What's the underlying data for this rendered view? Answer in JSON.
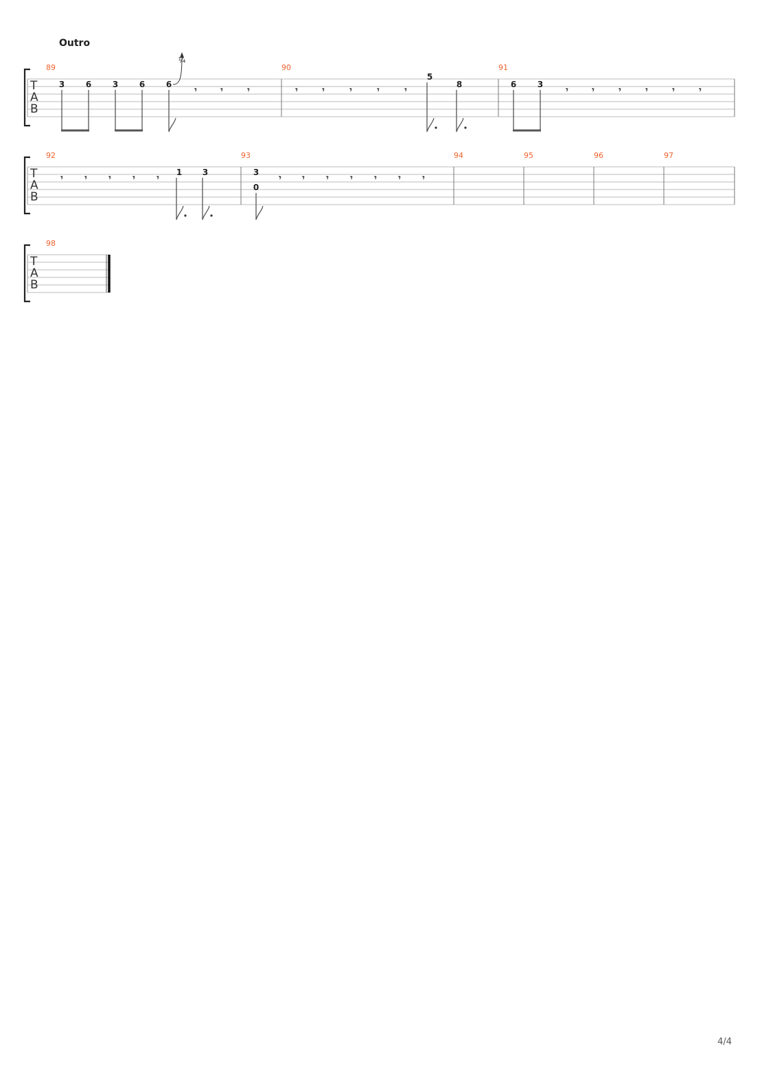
{
  "section": "Outro",
  "page_number": "4/4",
  "systems": [
    {
      "measures": [
        {
          "number": "89",
          "events": [
            {
              "type": "note",
              "string": 1,
              "fret": "3"
            },
            {
              "type": "note",
              "string": 1,
              "fret": "6"
            },
            {
              "type": "note",
              "string": 1,
              "fret": "3"
            },
            {
              "type": "note",
              "string": 1,
              "fret": "6"
            },
            {
              "type": "note",
              "string": 1,
              "fret": "6",
              "bend": "¼"
            },
            {
              "type": "rest"
            },
            {
              "type": "rest"
            },
            {
              "type": "rest"
            }
          ]
        },
        {
          "number": "90",
          "events": [
            {
              "type": "rest"
            },
            {
              "type": "rest"
            },
            {
              "type": "rest"
            },
            {
              "type": "rest"
            },
            {
              "type": "rest"
            },
            {
              "type": "note",
              "string": 0,
              "fret": "5",
              "dotted": true
            },
            {
              "type": "note",
              "string": 1,
              "fret": "8",
              "dotted": true
            }
          ]
        },
        {
          "number": "91",
          "events": [
            {
              "type": "note",
              "string": 1,
              "fret": "6"
            },
            {
              "type": "note",
              "string": 1,
              "fret": "3"
            },
            {
              "type": "rest"
            },
            {
              "type": "rest"
            },
            {
              "type": "rest"
            },
            {
              "type": "rest"
            },
            {
              "type": "rest"
            },
            {
              "type": "rest"
            }
          ]
        }
      ]
    },
    {
      "measures": [
        {
          "number": "92",
          "events": [
            {
              "type": "rest"
            },
            {
              "type": "rest"
            },
            {
              "type": "rest"
            },
            {
              "type": "rest"
            },
            {
              "type": "rest"
            },
            {
              "type": "note",
              "string": 1,
              "fret": "1",
              "dotted": true
            },
            {
              "type": "note",
              "string": 1,
              "fret": "3",
              "dotted": true
            }
          ]
        },
        {
          "number": "93",
          "events": [
            {
              "type": "chord",
              "notes": [
                {
                  "string": 1,
                  "fret": "3"
                },
                {
                  "string": 3,
                  "fret": "0"
                }
              ]
            },
            {
              "type": "rest"
            },
            {
              "type": "rest"
            },
            {
              "type": "rest"
            },
            {
              "type": "rest"
            },
            {
              "type": "rest"
            },
            {
              "type": "rest"
            },
            {
              "type": "rest"
            }
          ]
        },
        {
          "number": "94",
          "events": []
        },
        {
          "number": "95",
          "events": []
        },
        {
          "number": "96",
          "events": []
        },
        {
          "number": "97",
          "events": []
        }
      ]
    },
    {
      "final": true,
      "measures": [
        {
          "number": "98",
          "events": []
        }
      ]
    }
  ]
}
